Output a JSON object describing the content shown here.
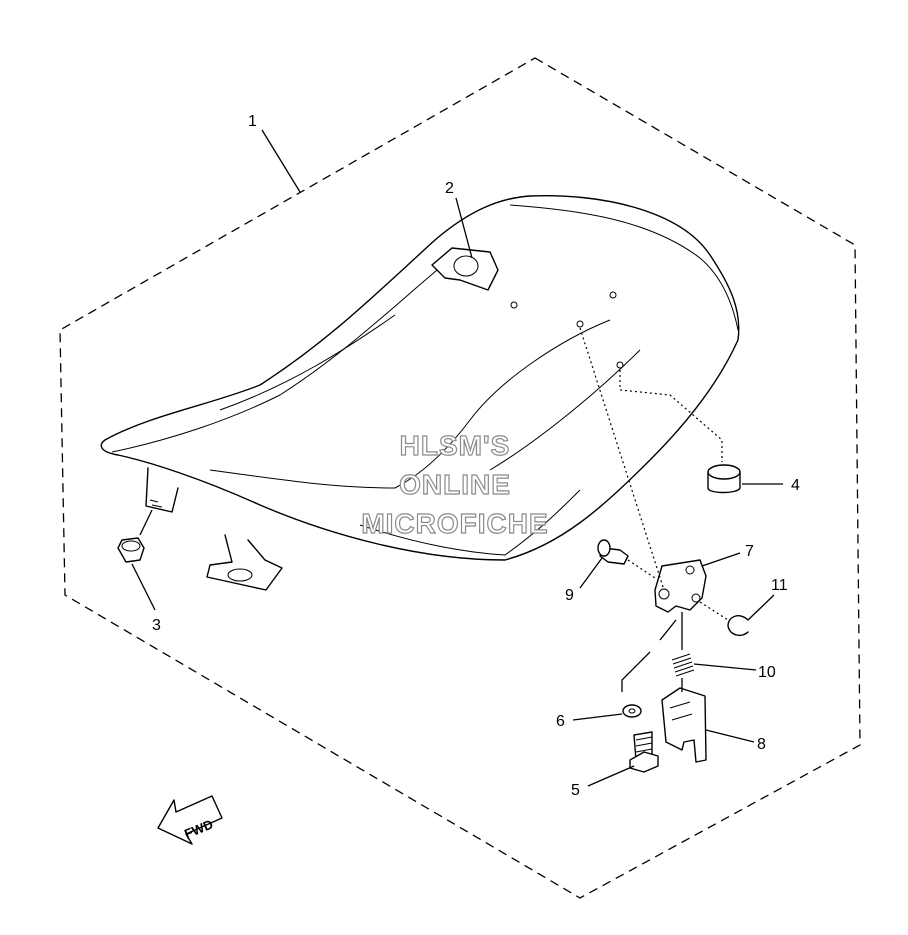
{
  "diagram": {
    "callouts": [
      "1",
      "2",
      "3",
      "4",
      "5",
      "6",
      "7",
      "8",
      "9",
      "10",
      "11"
    ],
    "watermark": [
      "HLSM'S",
      "ONLINE",
      "MICROFICHE"
    ],
    "fwd_label": "FWD"
  }
}
